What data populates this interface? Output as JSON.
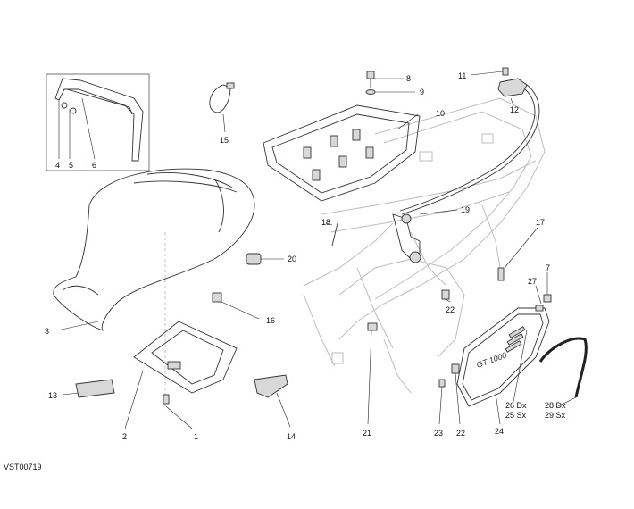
{
  "drawing_code": "VST00719",
  "callouts": {
    "c1": "1",
    "c2": "2",
    "c3": "3",
    "c4": "4",
    "c5": "5",
    "c6": "6",
    "c7": "7",
    "c8": "8",
    "c9": "9",
    "c10": "10",
    "c11": "11",
    "c12": "12",
    "c13": "13",
    "c14": "14",
    "c15": "15",
    "c16": "16",
    "c17": "17",
    "c18": "18",
    "c19": "19",
    "c20": "20",
    "c21": "21",
    "c22a": "22",
    "c22b": "22",
    "c23": "23",
    "c24": "24",
    "c25": "25 Sx",
    "c26": "26 Dx",
    "c27": "27",
    "c28": "28 Dx",
    "c29": "29 Sx"
  },
  "panel_logo": "GT 1000"
}
